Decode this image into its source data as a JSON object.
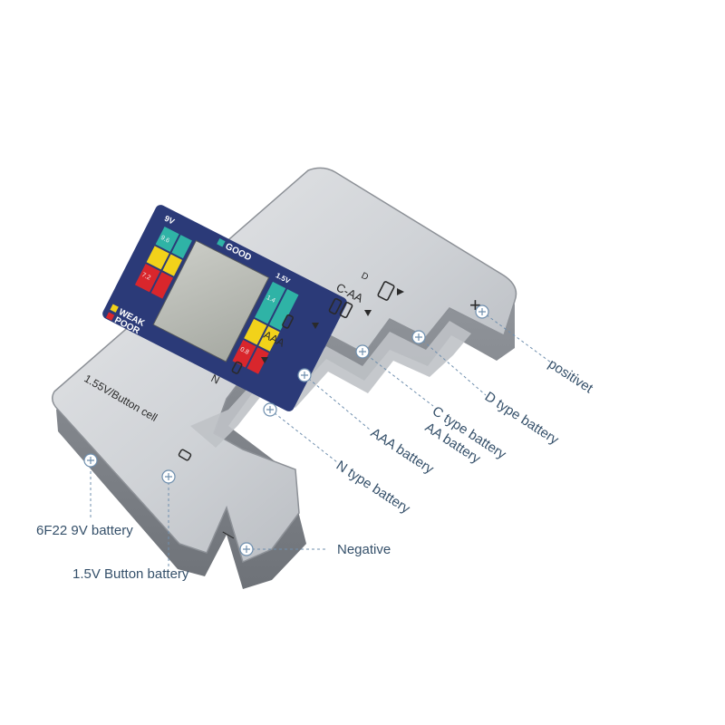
{
  "device": {
    "legend_good": "GOOD",
    "legend_weak": "WEAK",
    "legend_poor": "POOR",
    "label_9v": "9V",
    "label_1v5": "1.5V",
    "label_button_cell": "1.55V/Button cell",
    "slot_d": "D",
    "slot_caa": "C-AA",
    "slot_aaa": "AAA",
    "slot_n": "N",
    "plus_sign": "+",
    "minus_sign": "—"
  },
  "callouts": {
    "positive": "positivet",
    "d_type": "D type battery",
    "c_type": "C type battery",
    "aa_type": "AA battery",
    "aaa_type": "AAA battery",
    "n_type": "N type battery",
    "negative": "Negative",
    "battery_9v": "6F22 9V battery",
    "battery_button": "1.5V Button battery"
  },
  "colors": {
    "good": "#2fb3a6",
    "weak": "#f2d21a",
    "poor": "#d9262c",
    "panel": "#2b3a78",
    "callout_line": "#6f8fae"
  }
}
